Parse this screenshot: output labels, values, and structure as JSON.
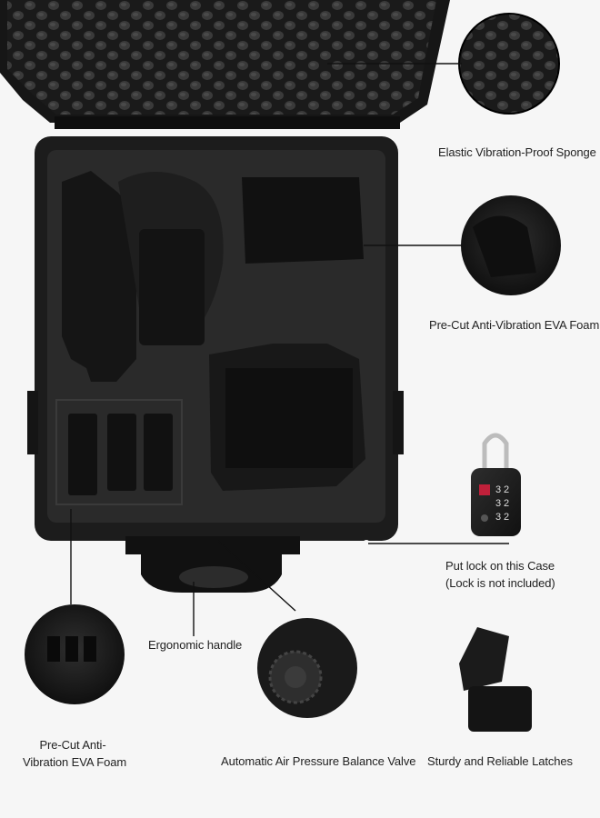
{
  "callouts": {
    "sponge": "Elastic Vibration-Proof Sponge",
    "eva_right": "Pre-Cut Anti-Vibration EVA Foam",
    "lock_line1": "Put lock on this Case",
    "lock_line2": "(Lock is not included)",
    "handle": "Ergonomic handle",
    "eva_left_line1": "Pre-Cut Anti-",
    "eva_left_line2": "Vibration EVA Foam",
    "valve": "Automatic Air Pressure Balance Valve",
    "latches": "Sturdy and Reliable Latches"
  },
  "lock_dials": {
    "row1": "3 2",
    "row2": "3 2",
    "row3": "3 2"
  },
  "colors": {
    "background": "#f6f6f6",
    "case_shell": "#1c1c1c",
    "foam": "#2a2a2a",
    "lock_accent": "#c0203a"
  }
}
